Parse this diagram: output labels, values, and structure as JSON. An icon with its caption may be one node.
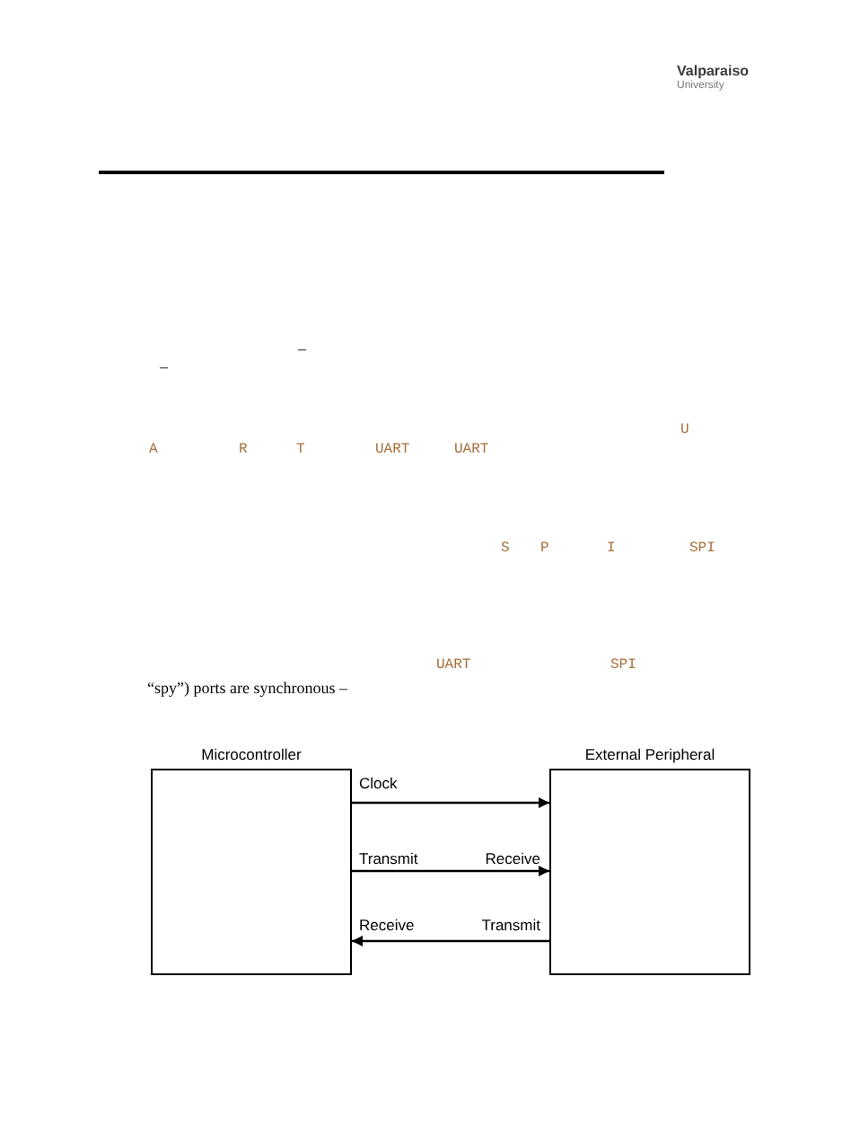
{
  "diagram": {
    "nodes": [
      {
        "text": [
          "Microcontroller"
        ]
      },
      {
        "text": [
          "External Peripheral"
        ]
      }
    ],
    "edges": [
      {
        "from": 0,
        "to": 1,
        "arrow": "to",
        "label": "Clock"
      },
      {
        "from": 0,
        "to": 1,
        "arrow": "to"
      },
      {
        "from": 1,
        "to": 0,
        "arrow": "to"
      }
    ],
    "labels": [
      "Valparaiso",
      "University",
      "–",
      "–",
      "U",
      "A",
      "R",
      "T",
      "UART",
      "UART",
      "S",
      "P",
      "I",
      "SPI",
      "UART",
      "SPI",
      "“spy”) ports are synchronous –",
      "Transmit",
      "Receive",
      "Receive",
      "Transmit"
    ]
  }
}
